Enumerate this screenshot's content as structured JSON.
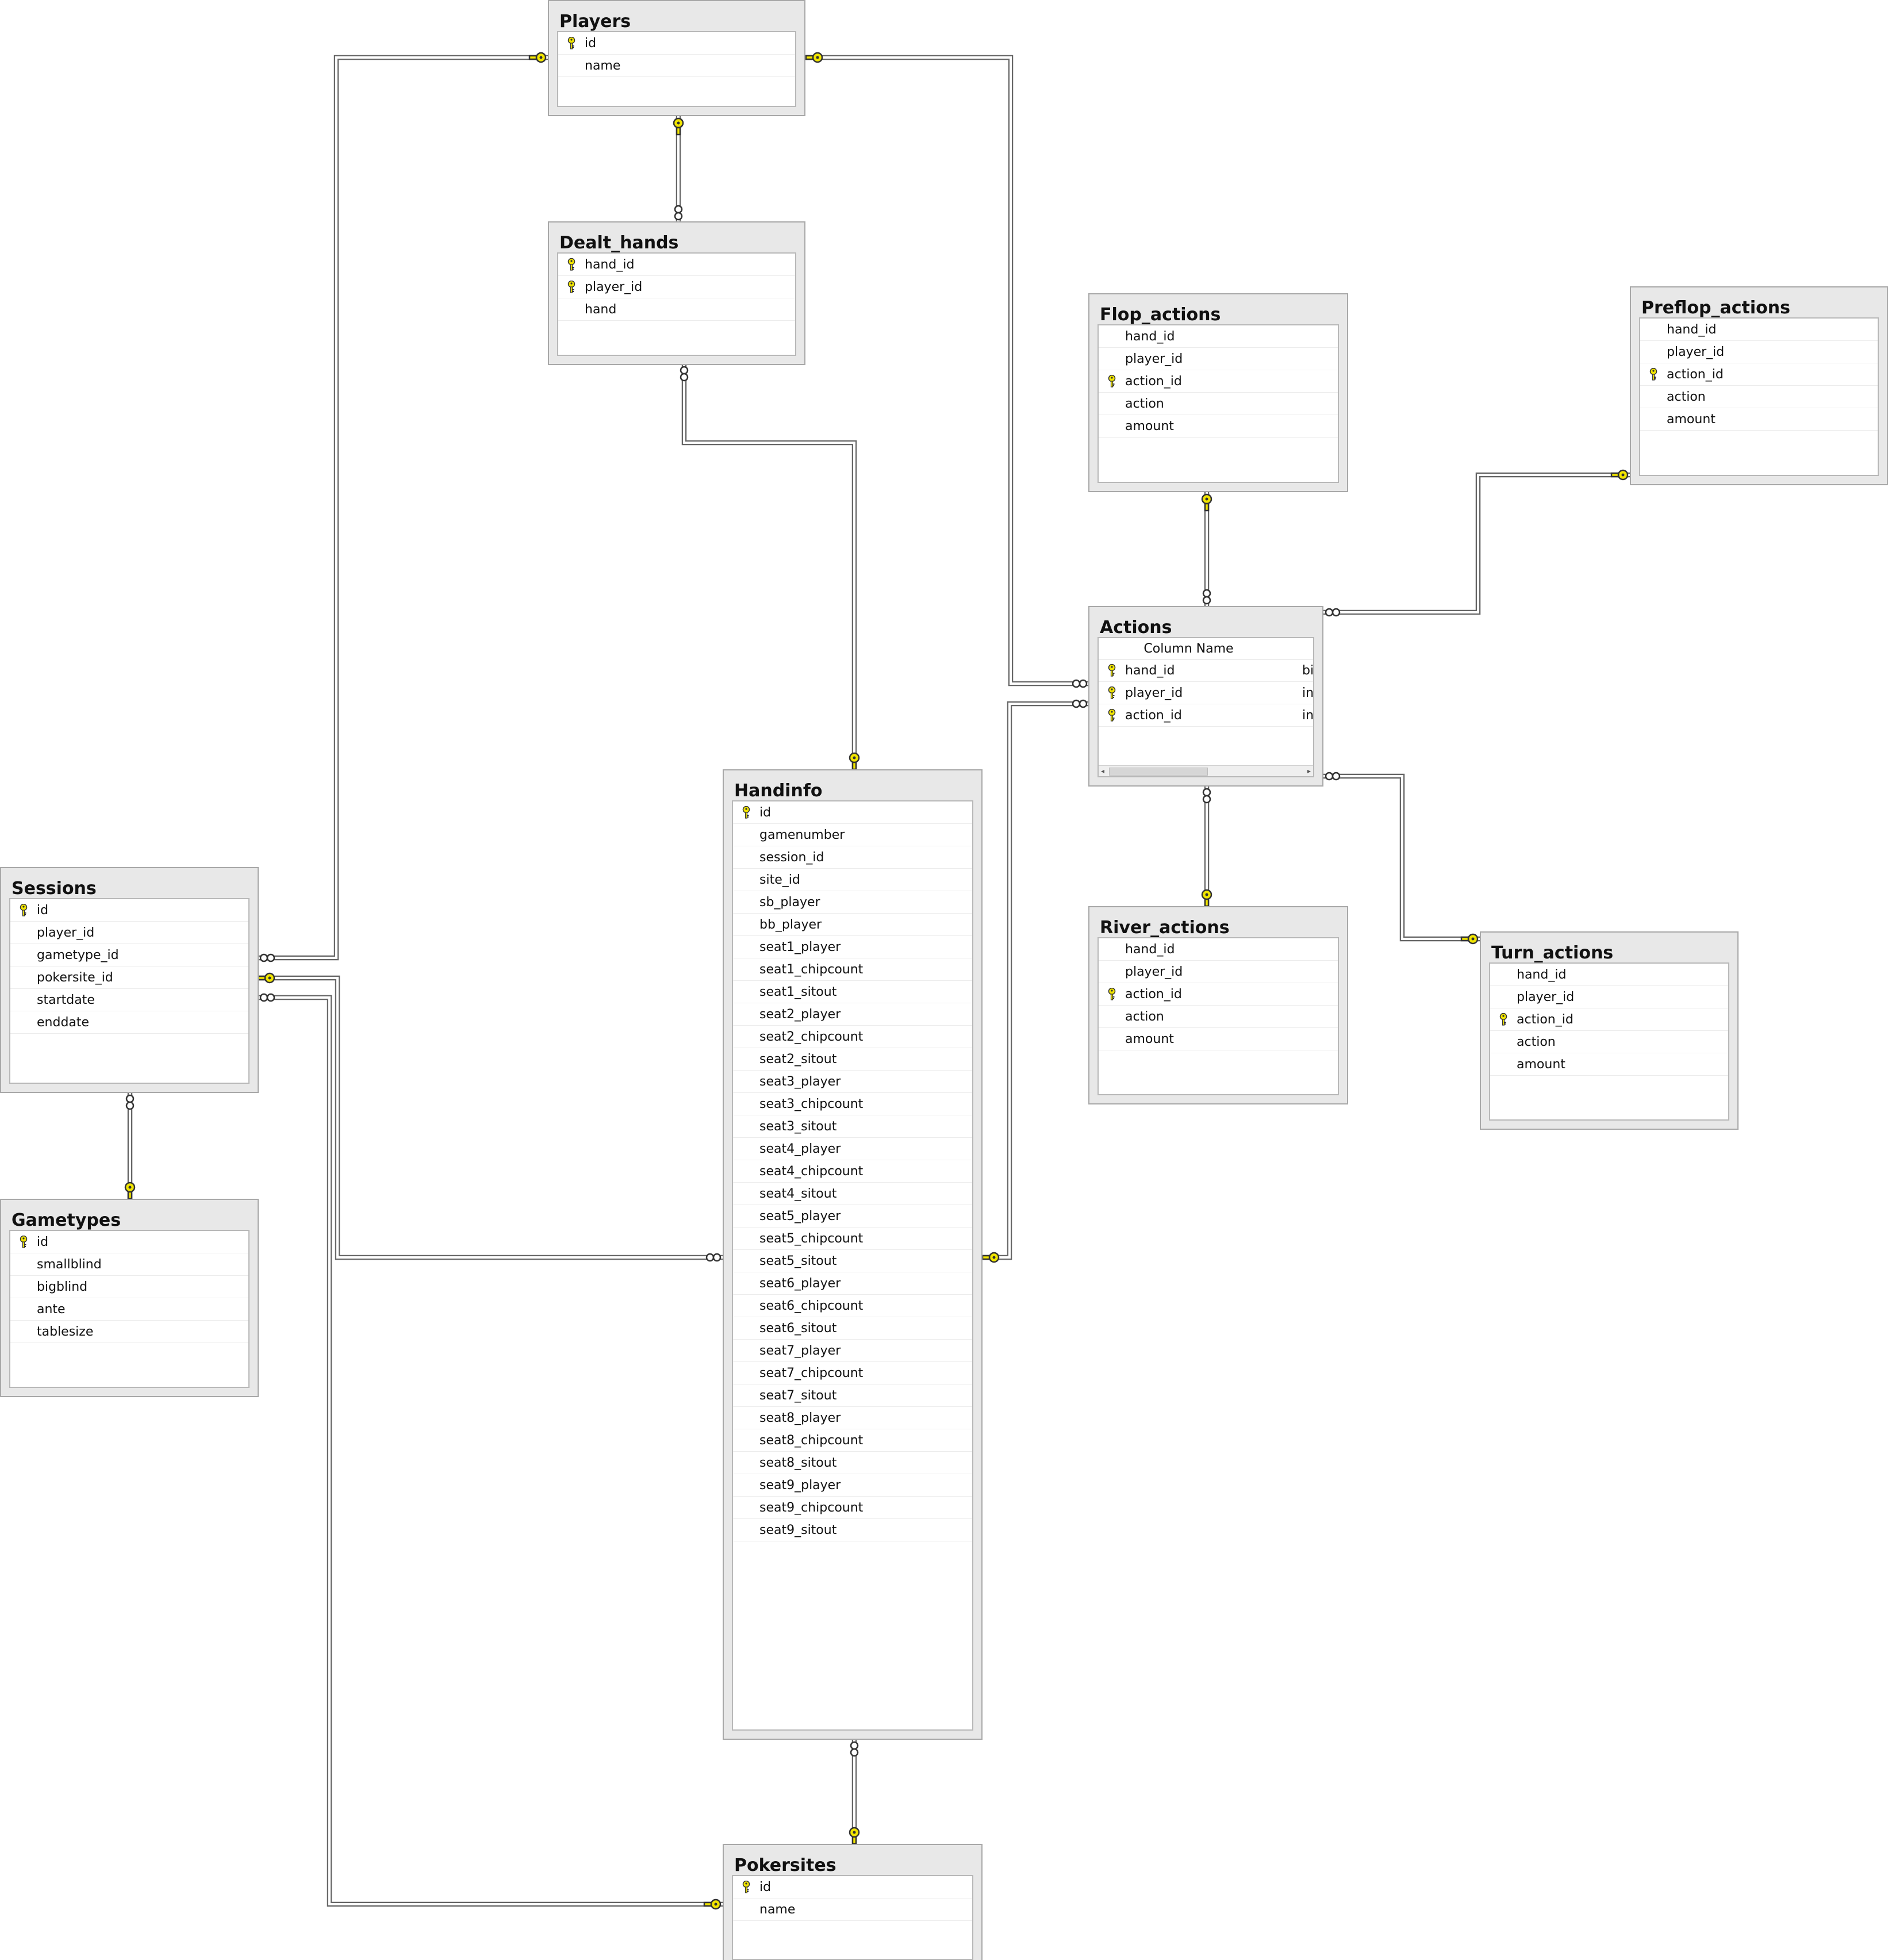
{
  "colors": {
    "background": "#ffffff",
    "table_frame": "#e8e8e8",
    "key_icon": "#f2e600",
    "connector": "#666666"
  },
  "tables": {
    "players": {
      "title": "Players",
      "columns": [
        {
          "name": "id",
          "pk": true
        },
        {
          "name": "name",
          "pk": false
        }
      ]
    },
    "dealt_hands": {
      "title": "Dealt_hands",
      "columns": [
        {
          "name": "hand_id",
          "pk": true
        },
        {
          "name": "player_id",
          "pk": true
        },
        {
          "name": "hand",
          "pk": false
        }
      ]
    },
    "flop_actions": {
      "title": "Flop_actions",
      "columns": [
        {
          "name": "hand_id",
          "pk": false
        },
        {
          "name": "player_id",
          "pk": false
        },
        {
          "name": "action_id",
          "pk": true
        },
        {
          "name": "action",
          "pk": false
        },
        {
          "name": "amount",
          "pk": false
        }
      ]
    },
    "preflop_actions": {
      "title": "Preflop_actions",
      "columns": [
        {
          "name": "hand_id",
          "pk": false
        },
        {
          "name": "player_id",
          "pk": false
        },
        {
          "name": "action_id",
          "pk": true
        },
        {
          "name": "action",
          "pk": false
        },
        {
          "name": "amount",
          "pk": false
        }
      ]
    },
    "actions": {
      "title": "Actions",
      "header": "Column Name",
      "columns": [
        {
          "name": "hand_id",
          "pk": true,
          "type": "bi"
        },
        {
          "name": "player_id",
          "pk": true,
          "type": "in"
        },
        {
          "name": "action_id",
          "pk": true,
          "type": "in"
        }
      ]
    },
    "handinfo": {
      "title": "Handinfo",
      "columns": [
        {
          "name": "id",
          "pk": true
        },
        {
          "name": "gamenumber",
          "pk": false
        },
        {
          "name": "session_id",
          "pk": false
        },
        {
          "name": "site_id",
          "pk": false
        },
        {
          "name": "sb_player",
          "pk": false
        },
        {
          "name": "bb_player",
          "pk": false
        },
        {
          "name": "seat1_player",
          "pk": false
        },
        {
          "name": "seat1_chipcount",
          "pk": false
        },
        {
          "name": "seat1_sitout",
          "pk": false
        },
        {
          "name": "seat2_player",
          "pk": false
        },
        {
          "name": "seat2_chipcount",
          "pk": false
        },
        {
          "name": "seat2_sitout",
          "pk": false
        },
        {
          "name": "seat3_player",
          "pk": false
        },
        {
          "name": "seat3_chipcount",
          "pk": false
        },
        {
          "name": "seat3_sitout",
          "pk": false
        },
        {
          "name": "seat4_player",
          "pk": false
        },
        {
          "name": "seat4_chipcount",
          "pk": false
        },
        {
          "name": "seat4_sitout",
          "pk": false
        },
        {
          "name": "seat5_player",
          "pk": false
        },
        {
          "name": "seat5_chipcount",
          "pk": false
        },
        {
          "name": "seat5_sitout",
          "pk": false
        },
        {
          "name": "seat6_player",
          "pk": false
        },
        {
          "name": "seat6_chipcount",
          "pk": false
        },
        {
          "name": "seat6_sitout",
          "pk": false
        },
        {
          "name": "seat7_player",
          "pk": false
        },
        {
          "name": "seat7_chipcount",
          "pk": false
        },
        {
          "name": "seat7_sitout",
          "pk": false
        },
        {
          "name": "seat8_player",
          "pk": false
        },
        {
          "name": "seat8_chipcount",
          "pk": false
        },
        {
          "name": "seat8_sitout",
          "pk": false
        },
        {
          "name": "seat9_player",
          "pk": false
        },
        {
          "name": "seat9_chipcount",
          "pk": false
        },
        {
          "name": "seat9_sitout",
          "pk": false
        }
      ]
    },
    "sessions": {
      "title": "Sessions",
      "columns": [
        {
          "name": "id",
          "pk": true
        },
        {
          "name": "player_id",
          "pk": false
        },
        {
          "name": "gametype_id",
          "pk": false
        },
        {
          "name": "pokersite_id",
          "pk": false
        },
        {
          "name": "startdate",
          "pk": false
        },
        {
          "name": "enddate",
          "pk": false
        }
      ]
    },
    "gametypes": {
      "title": "Gametypes",
      "columns": [
        {
          "name": "id",
          "pk": true
        },
        {
          "name": "smallblind",
          "pk": false
        },
        {
          "name": "bigblind",
          "pk": false
        },
        {
          "name": "ante",
          "pk": false
        },
        {
          "name": "tablesize",
          "pk": false
        }
      ]
    },
    "river_actions": {
      "title": "River_actions",
      "columns": [
        {
          "name": "hand_id",
          "pk": false
        },
        {
          "name": "player_id",
          "pk": false
        },
        {
          "name": "action_id",
          "pk": true
        },
        {
          "name": "action",
          "pk": false
        },
        {
          "name": "amount",
          "pk": false
        }
      ]
    },
    "turn_actions": {
      "title": "Turn_actions",
      "columns": [
        {
          "name": "hand_id",
          "pk": false
        },
        {
          "name": "player_id",
          "pk": false
        },
        {
          "name": "action_id",
          "pk": true
        },
        {
          "name": "action",
          "pk": false
        },
        {
          "name": "amount",
          "pk": false
        }
      ]
    },
    "pokersites": {
      "title": "Pokersites",
      "columns": [
        {
          "name": "id",
          "pk": true
        },
        {
          "name": "name",
          "pk": false
        }
      ]
    }
  },
  "relationships": [
    {
      "from": "players",
      "to": "dealt_hands",
      "one_end": "players",
      "many_end": "dealt_hands"
    },
    {
      "from": "players",
      "to": "sessions",
      "one_end": "players",
      "many_end": "sessions"
    },
    {
      "from": "players",
      "to": "actions",
      "one_end": "players",
      "many_end": "actions"
    },
    {
      "from": "dealt_hands",
      "to": "handinfo",
      "one_end": "handinfo",
      "many_end": "dealt_hands"
    },
    {
      "from": "actions",
      "to": "flop_actions",
      "one_end": "flop_actions",
      "many_end": "actions"
    },
    {
      "from": "actions",
      "to": "preflop_actions",
      "one_end": "preflop_actions",
      "many_end": "actions"
    },
    {
      "from": "actions",
      "to": "river_actions",
      "one_end": "river_actions",
      "many_end": "actions"
    },
    {
      "from": "actions",
      "to": "turn_actions",
      "one_end": "turn_actions",
      "many_end": "actions"
    },
    {
      "from": "actions",
      "to": "handinfo",
      "one_end": "handinfo",
      "many_end": "actions"
    },
    {
      "from": "sessions",
      "to": "gametypes",
      "one_end": "gametypes",
      "many_end": "sessions"
    },
    {
      "from": "sessions",
      "to": "handinfo",
      "one_end": "sessions",
      "many_end": "handinfo"
    },
    {
      "from": "sessions",
      "to": "pokersites",
      "one_end": "pokersites",
      "many_end": "sessions"
    },
    {
      "from": "handinfo",
      "to": "pokersites",
      "one_end": "pokersites",
      "many_end": "handinfo"
    }
  ]
}
